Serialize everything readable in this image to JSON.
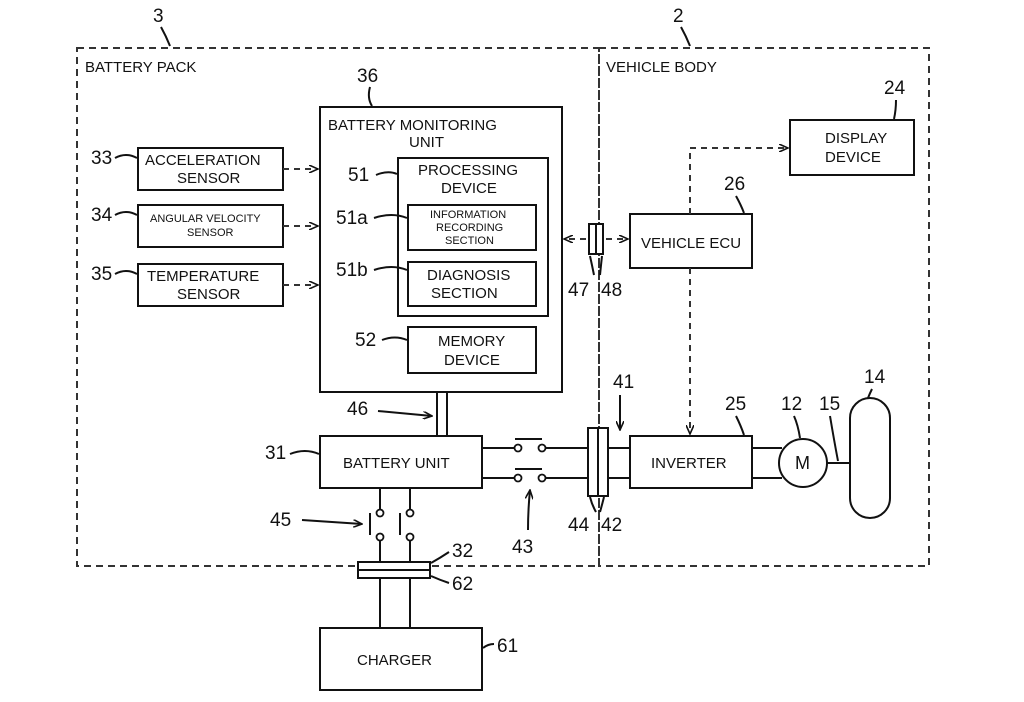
{
  "regions": {
    "battery_pack": {
      "ref": "3",
      "label": "BATTERY PACK"
    },
    "vehicle_body": {
      "ref": "2",
      "label": "VEHICLE BODY"
    }
  },
  "blocks": {
    "battery_monitoring_unit": {
      "ref": "36",
      "label_line1": "BATTERY MONITORING",
      "label_line2": "UNIT"
    },
    "processing_device": {
      "ref": "51",
      "label_line1": "PROCESSING",
      "label_line2": "DEVICE"
    },
    "information_recording_section": {
      "ref": "51a",
      "label_line1": "INFORMATION",
      "label_line2": "RECORDING",
      "label_line3": "SECTION"
    },
    "diagnosis_section": {
      "ref": "51b",
      "label_line1": "DIAGNOSIS",
      "label_line2": "SECTION"
    },
    "memory_device": {
      "ref": "52",
      "label_line1": "MEMORY",
      "label_line2": "DEVICE"
    },
    "acceleration_sensor": {
      "ref": "33",
      "label_line1": "ACCELERATION",
      "label_line2": "SENSOR"
    },
    "angular_velocity_sensor": {
      "ref": "34",
      "label_line1": "ANGULAR VELOCITY",
      "label_line2": "SENSOR"
    },
    "temperature_sensor": {
      "ref": "35",
      "label_line1": "TEMPERATURE",
      "label_line2": "SENSOR"
    },
    "battery_unit": {
      "ref": "31",
      "label": "BATTERY UNIT"
    },
    "display_device": {
      "ref": "24",
      "label_line1": "DISPLAY",
      "label_line2": "DEVICE"
    },
    "vehicle_ecu": {
      "ref": "26",
      "label": "VEHICLE ECU"
    },
    "inverter": {
      "ref": "25",
      "label": "INVERTER"
    },
    "motor": {
      "ref": "12",
      "label": "M"
    },
    "charger": {
      "ref": "61",
      "label": "CHARGER"
    }
  },
  "refs": {
    "bus_46": "46",
    "connector_47": "47",
    "connector_48": "48",
    "connector_41": "41",
    "relay_43": "43",
    "relay_45": "45",
    "connector_44": "44",
    "connector_42": "42",
    "connector_32": "32",
    "connector_62": "62",
    "shaft_15": "15",
    "wheel_14": "14"
  }
}
